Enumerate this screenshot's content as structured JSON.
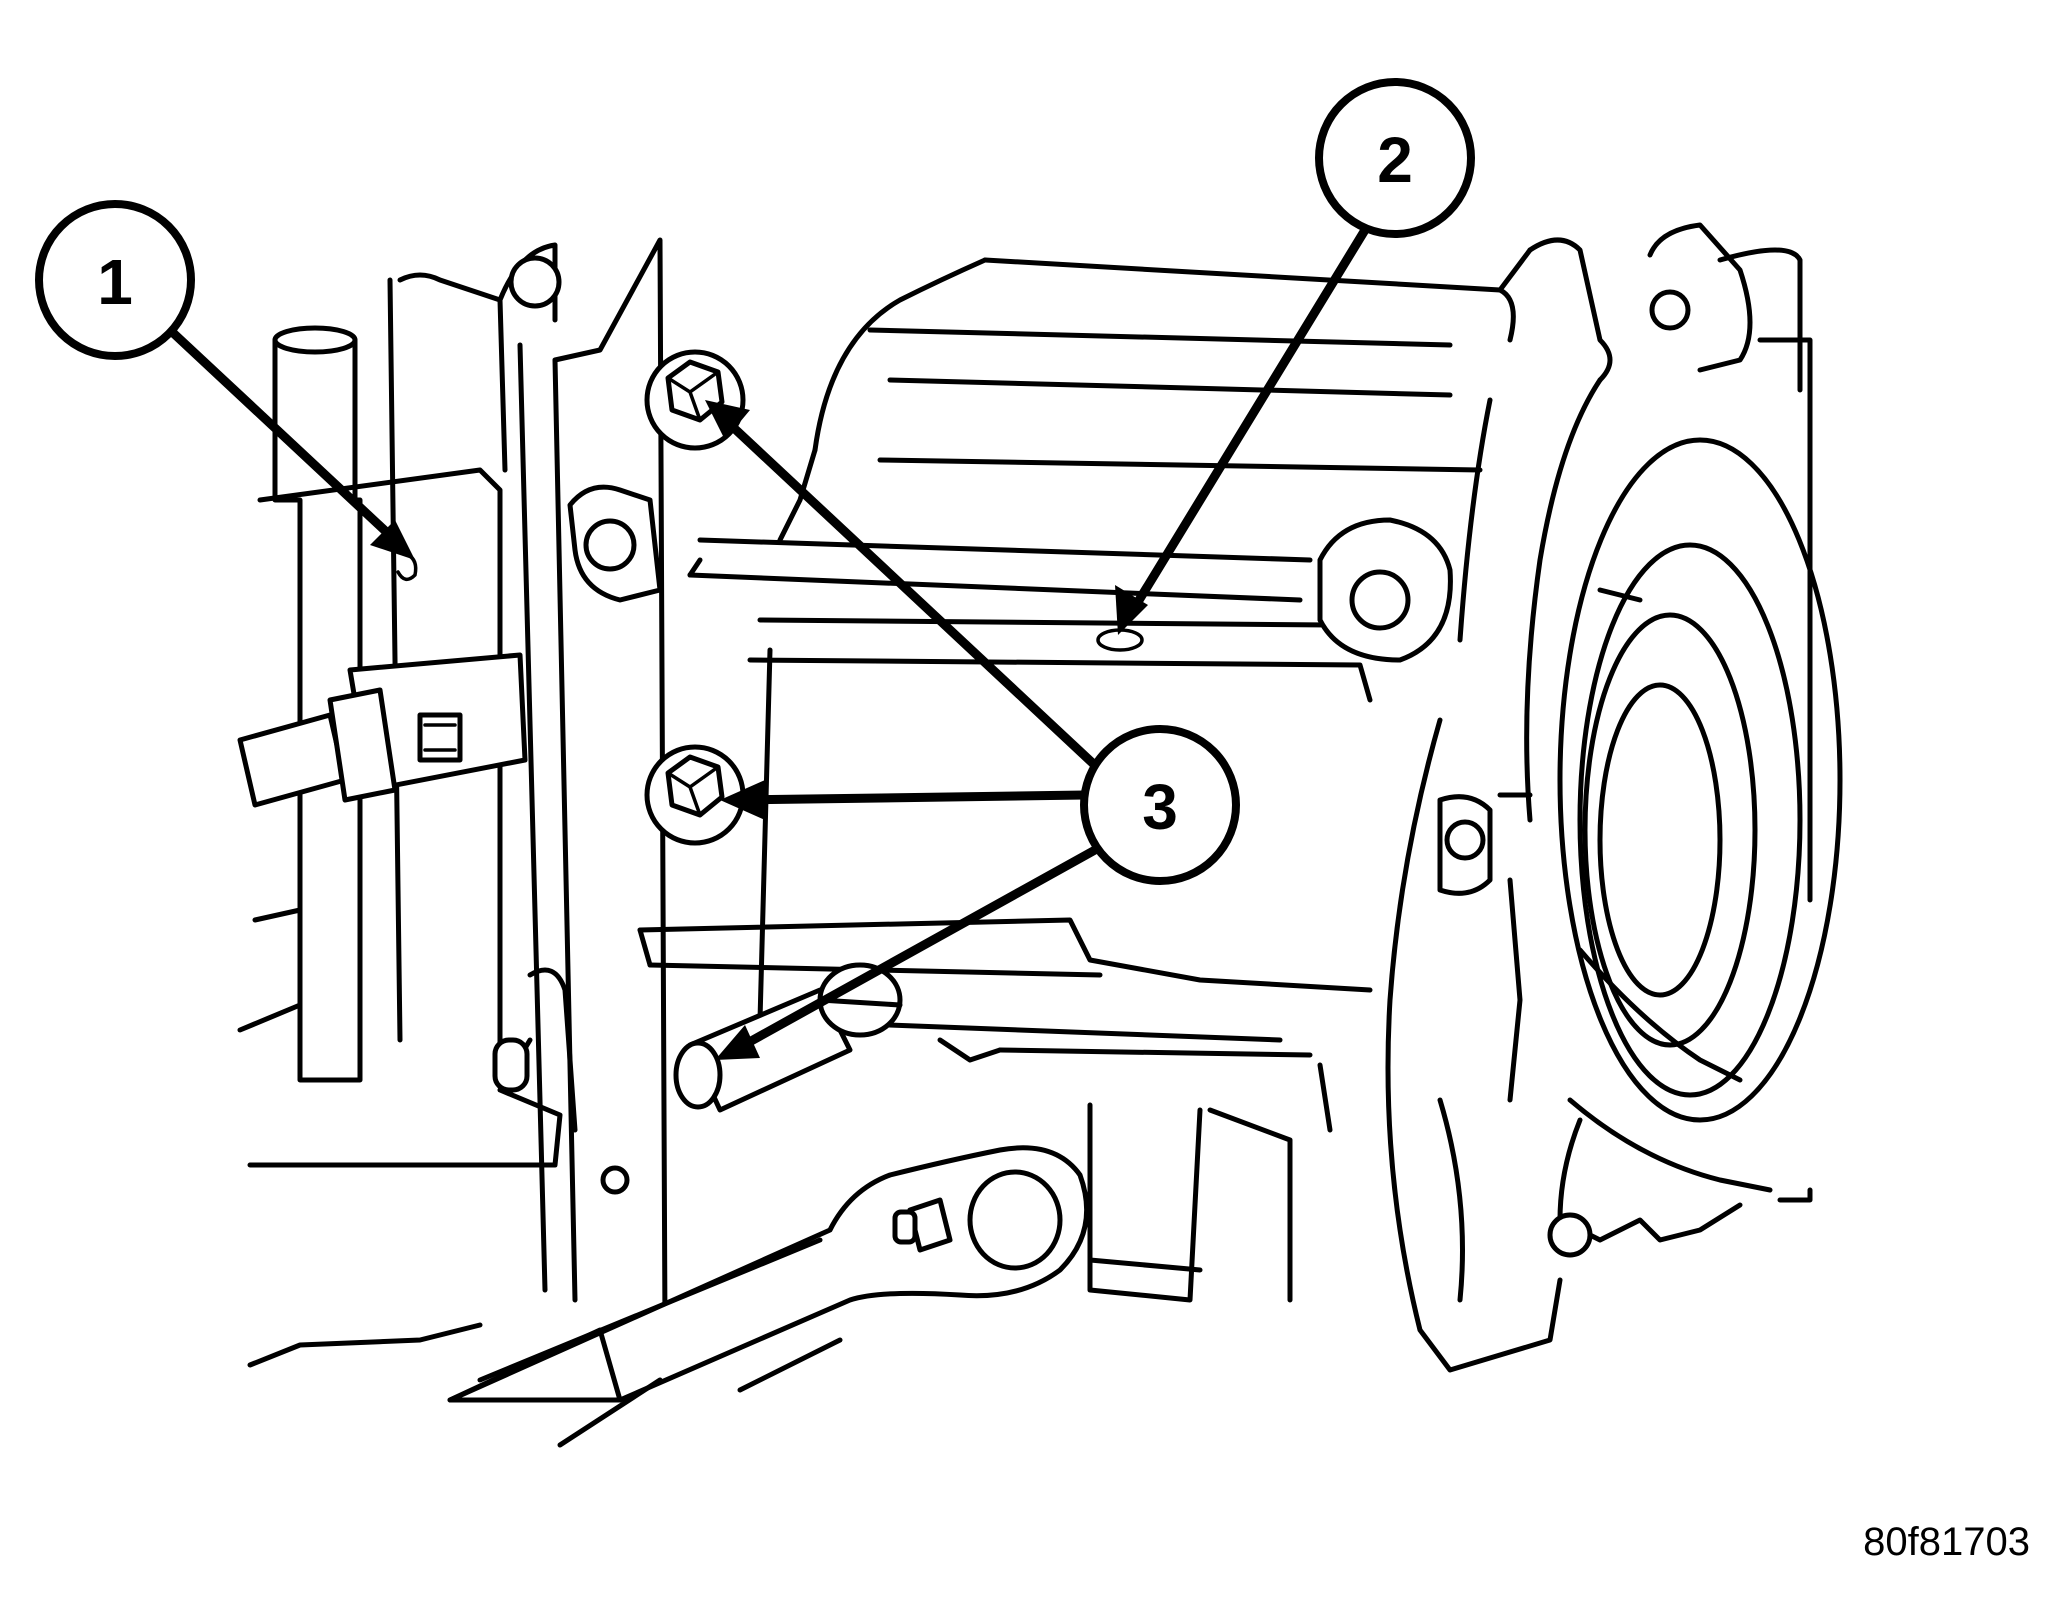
{
  "diagram": {
    "callouts": [
      {
        "id": "1",
        "label": "1"
      },
      {
        "id": "2",
        "label": "2"
      },
      {
        "id": "3",
        "label": "3"
      }
    ],
    "figure_id": "80f81703"
  }
}
